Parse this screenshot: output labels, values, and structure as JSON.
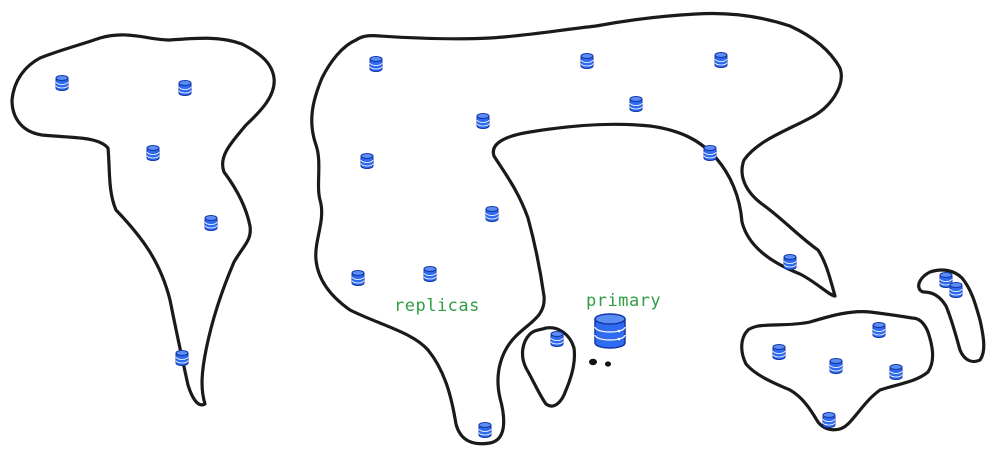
{
  "labels": {
    "replicas": "replicas",
    "primary": "primary"
  },
  "colors": {
    "outline": "#1a1a1a",
    "db_fill": "#2e6bf0",
    "db_stroke": "#1336a8",
    "label_green": "#2f9e44"
  },
  "icons": {
    "replica": "database-icon",
    "primary": "database-icon-large"
  }
}
